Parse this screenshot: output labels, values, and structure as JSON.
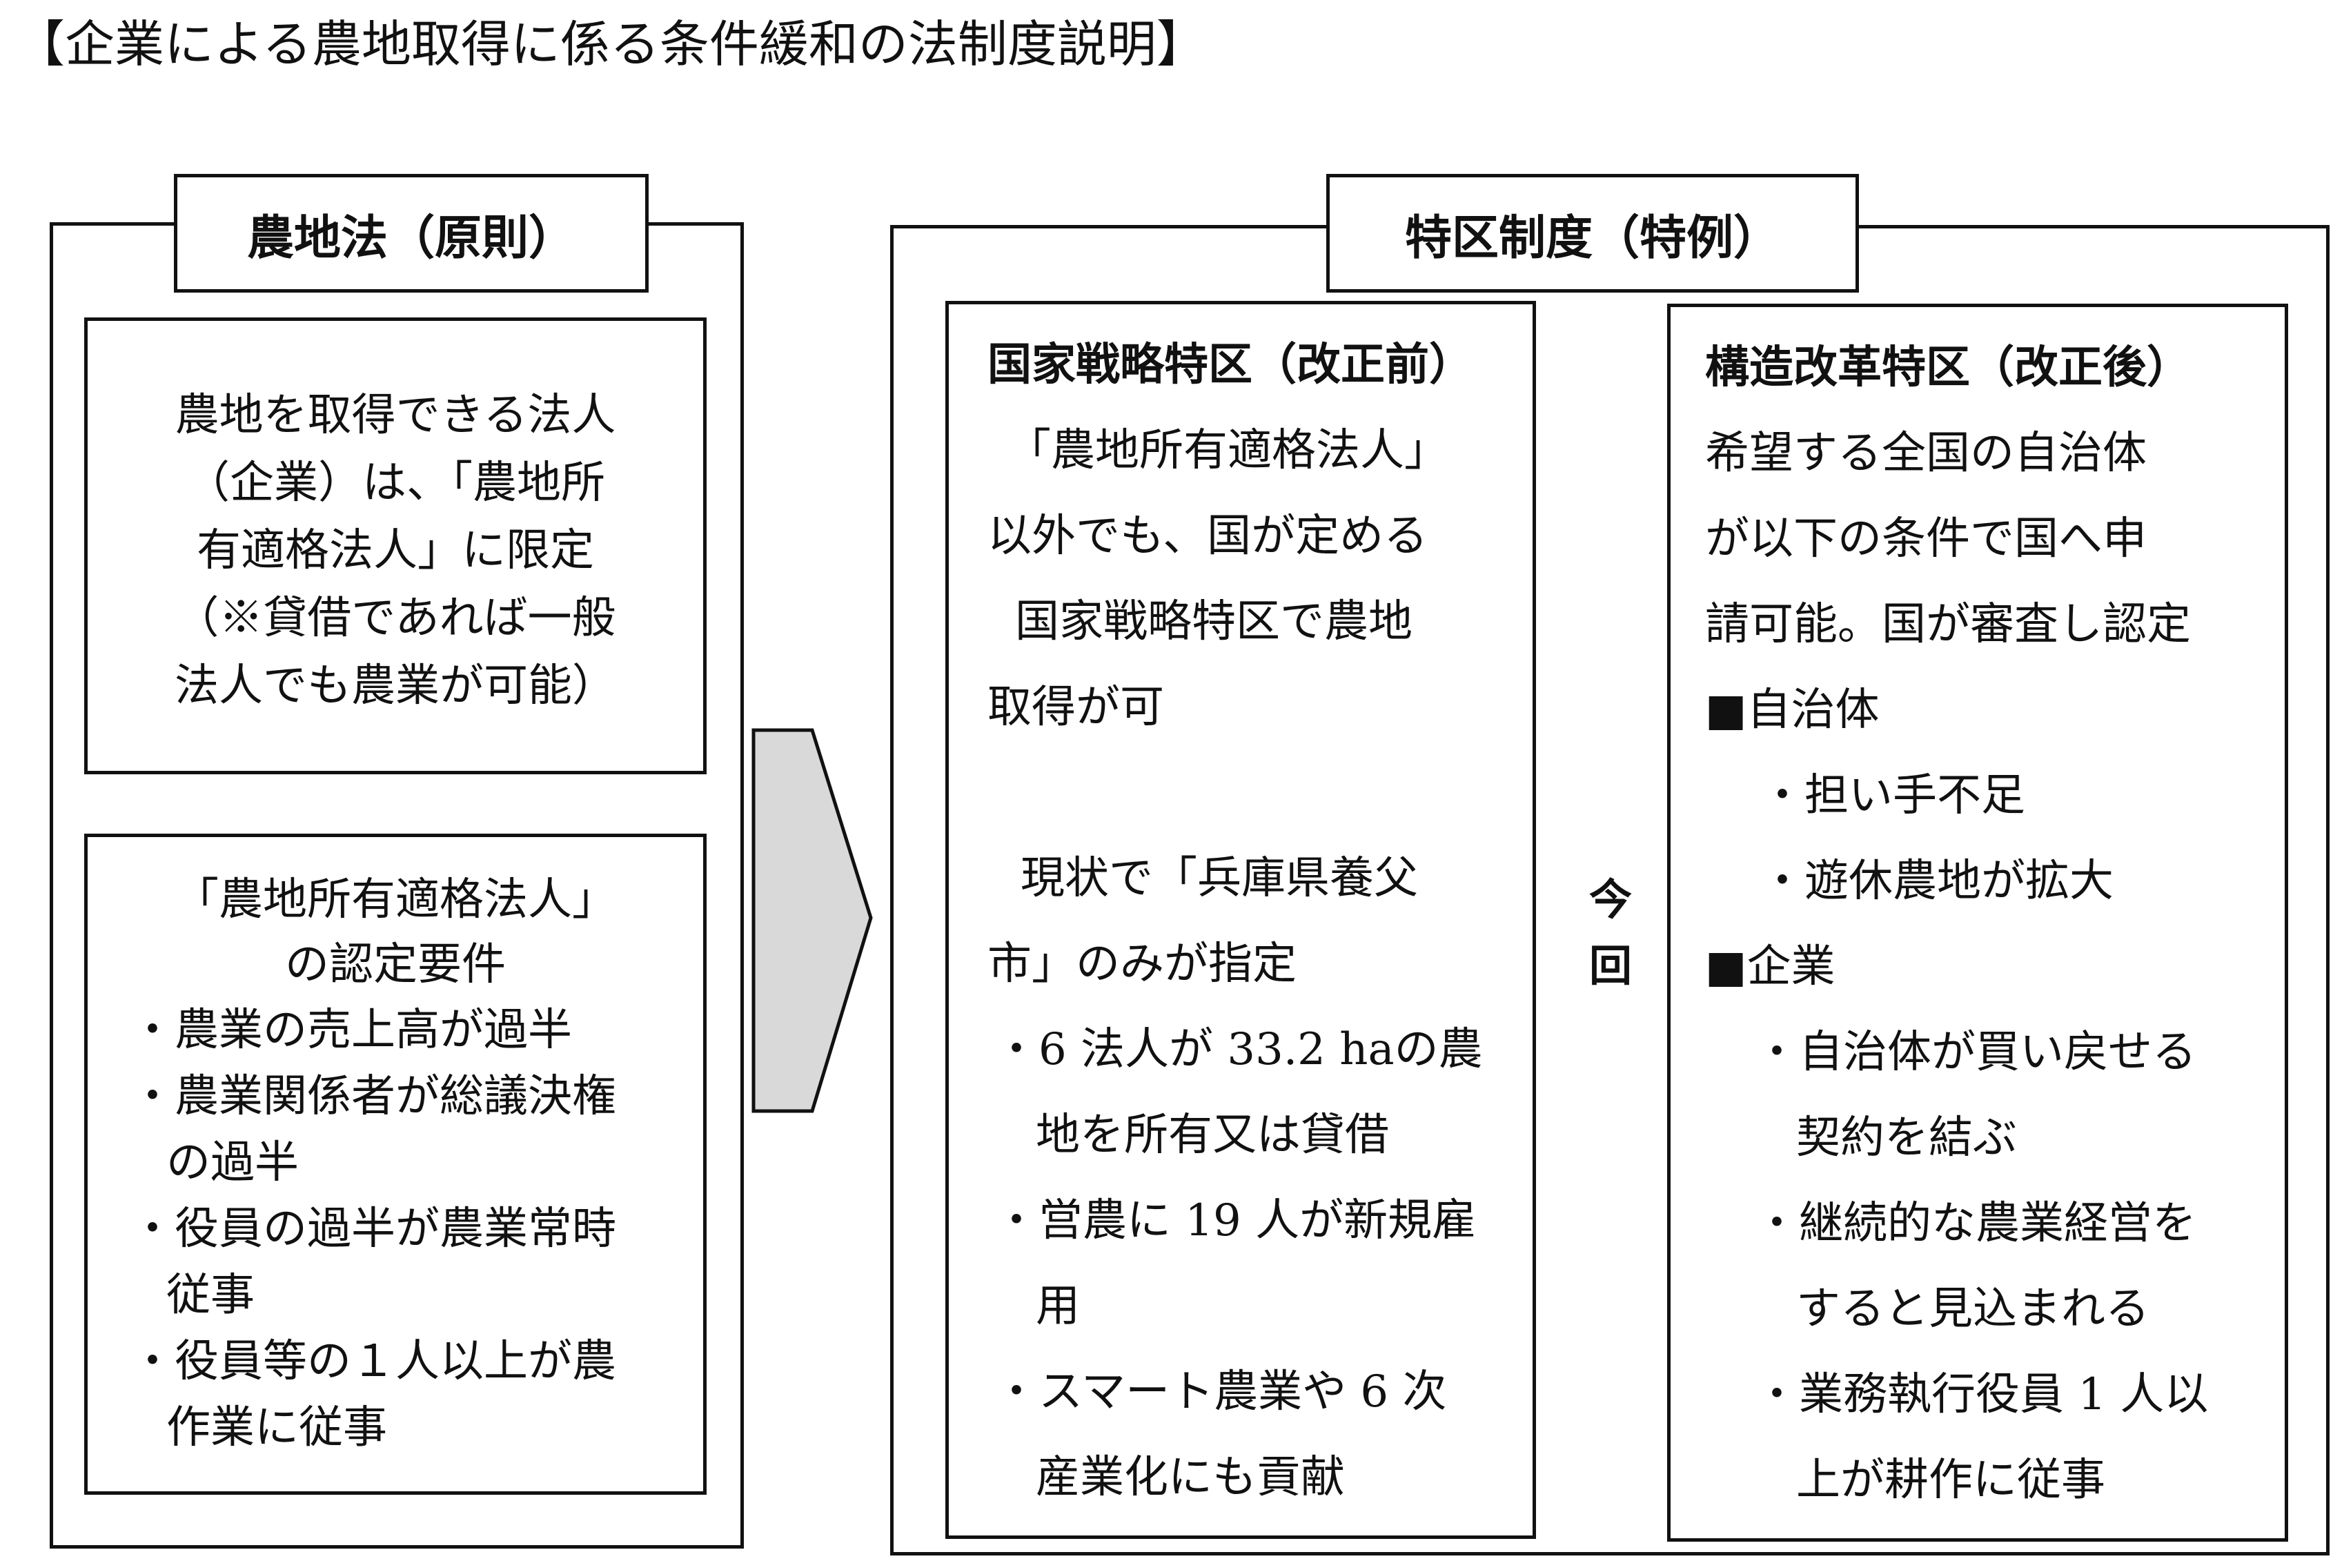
{
  "title": "【企業による農地取得に係る条件緩和の法制度説明】",
  "left_panel": {
    "heading": "農地法（原則）",
    "box1_lines": [
      "農地を取得できる法人",
      "（企業）は、「農地所",
      "有適格法人」に限定",
      "（※貸借であれば一般",
      "法人でも農業が可能）"
    ],
    "box2_title_lines": [
      "「農地所有適格法人」",
      "の認定要件"
    ],
    "box2_bullets": [
      [
        "・農業の売上高が過半"
      ],
      [
        "・農業関係者が総議決権",
        "の過半"
      ],
      [
        "・役員の過半が農業常時",
        "従事"
      ],
      [
        "・役員等の１人以上が農",
        "作業に従事"
      ]
    ]
  },
  "right_panel": {
    "heading": "特区制度（特例）",
    "national": {
      "heading": "国家戦略特区（改正前）",
      "intro_lines": [
        "「農地所有適格法人」",
        "以外でも、国が定める",
        "国家戦略特区で農地",
        "取得が可"
      ],
      "status_lines": [
        "現状で「兵庫県養父",
        "市」のみが指定"
      ],
      "bullets": [
        [
          "・6 法人が 33.2 haの農",
          "地を所有又は貸借"
        ],
        [
          "・営農に 19 人が新規雇",
          "用"
        ],
        [
          "・スマート農業や 6 次",
          "産業化にも貢献"
        ]
      ]
    },
    "structural": {
      "heading": "構造改革特区（改正後）",
      "intro_lines": [
        "希望する全国の自治体",
        "が以下の条件で国へ申",
        "請可能。国が審査し認定"
      ],
      "section1": "■自治体",
      "section1_bullets": [
        [
          "・担い手不足"
        ],
        [
          "・遊休農地が拡大"
        ]
      ],
      "section2": "■企業",
      "section2_bullets": [
        [
          "・自治体が買い戻せる",
          "契約を結ぶ"
        ],
        [
          "・継続的な農業経営を",
          "すると見込まれる"
        ],
        [
          "・業務執行役員 1 人以",
          "上が耕作に従事"
        ]
      ]
    }
  },
  "arrow_label": [
    "今",
    "回"
  ],
  "colors": {
    "border": "#111111",
    "arrow_fill": "#d9d9d9",
    "background": "#ffffff"
  }
}
